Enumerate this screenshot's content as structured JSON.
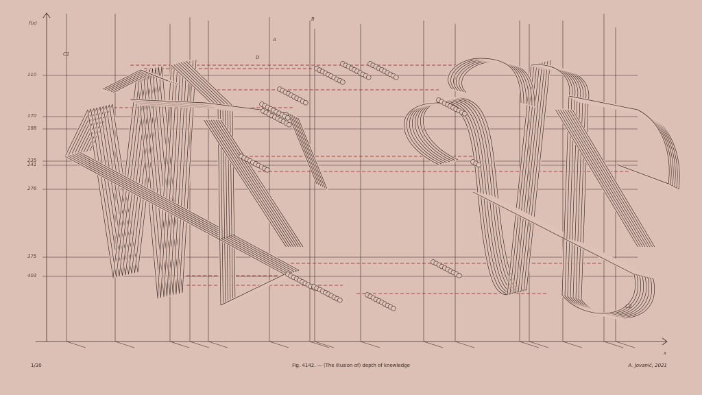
{
  "colors": {
    "background": "#dcc0b6",
    "ink": "#3a2a24",
    "accent": "#8b1e24",
    "fill": "#e0c3b8"
  },
  "axes": {
    "y_label": "f(x)",
    "x_label": "x"
  },
  "y_ticks": [
    "110",
    "170",
    "188",
    "235",
    "241",
    "276",
    "375",
    "403"
  ],
  "point_labels": {
    "c1": "C1",
    "a": "A",
    "b": "B",
    "d": "D",
    "c2": "C2"
  },
  "footer": {
    "page": "1/30",
    "caption": "Fig. 4142. — (The illusion of) depth of knowledge",
    "author": "A. Jovanić, 2021"
  }
}
